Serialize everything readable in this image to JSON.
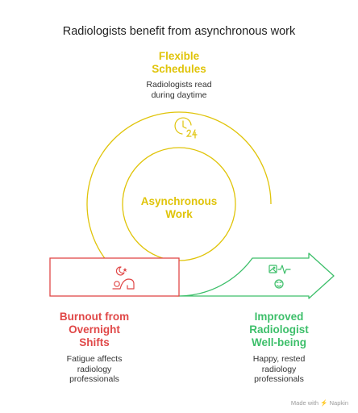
{
  "title": "Radiologists benefit from asynchronous work",
  "colors": {
    "yellow": "#E0C40A",
    "red": "#E04848",
    "green": "#3DBF6A"
  },
  "center": {
    "label_line1": "Asynchronous",
    "label_line2": "Work"
  },
  "top": {
    "heading_line1": "Flexible",
    "heading_line2": "Schedules",
    "desc_line1": "Radiologists read",
    "desc_line2": "during daytime",
    "icon": "clock-24-icon"
  },
  "left": {
    "heading_line1": "Burnout from",
    "heading_line2": "Overnight",
    "heading_line3": "Shifts",
    "desc_line1": "Fatigue affects",
    "desc_line2": "radiology",
    "desc_line3": "professionals",
    "icon": "sleeping-person-icon"
  },
  "right": {
    "heading_line1": "Improved",
    "heading_line2": "Radiologist",
    "heading_line3": "Well-being",
    "desc_line1": "Happy, rested",
    "desc_line2": "radiology",
    "desc_line3": "professionals",
    "icon": "health-monitor-icon"
  },
  "footer": {
    "text": "Made with",
    "brand": "Napkin"
  }
}
